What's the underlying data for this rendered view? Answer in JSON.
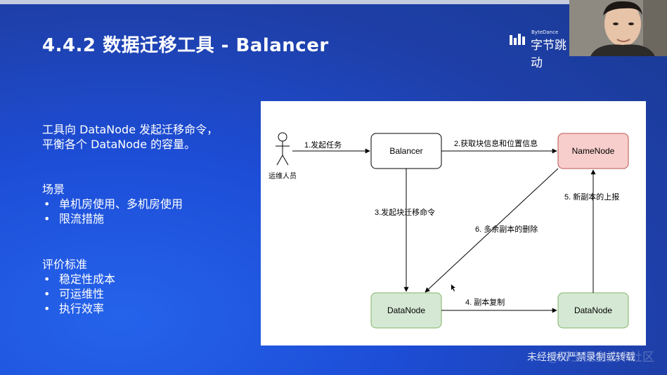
{
  "slide": {
    "title": "4.4.2 数据迁移工具 - Balancer",
    "brand": {
      "en": "ByteDance",
      "cn": "字节跳动"
    },
    "intro": [
      "工具向 DataNode 发起迁移命令，",
      "平衡各个 DataNode 的容量。"
    ],
    "sections": [
      {
        "heading": "场景",
        "items": [
          "单机房使用、多机房使用",
          "限流措施"
        ]
      },
      {
        "heading": "评价标准",
        "items": [
          "稳定性成本",
          "可运维性",
          "执行效率"
        ]
      }
    ],
    "watermark": "未经授权严禁录制或转载",
    "watermark_bg": "@稀土掘金技术社区"
  },
  "diagram": {
    "actor_label": "运维人员",
    "nodes": {
      "balancer": "Balancer",
      "namenode": "NameNode",
      "datanode_left": "DataNode",
      "datanode_right": "DataNode"
    },
    "edges": {
      "e1": "1.发起任务",
      "e2": "2.获取块信息和位置信息",
      "e3": "3.发起块迁移命令",
      "e4": "4. 副本复制",
      "e5": "5. 新副本的上报",
      "e6": "6. 多余副本的删除"
    },
    "colors": {
      "namenode_fill": "#f8cecc",
      "namenode_stroke": "#b85450",
      "datanode_fill": "#d5e8d4",
      "datanode_stroke": "#82b366"
    }
  }
}
